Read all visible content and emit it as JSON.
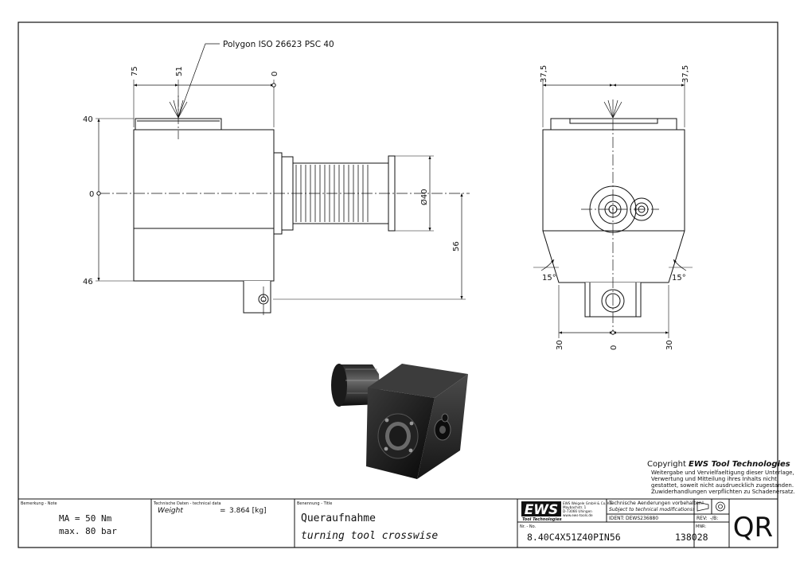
{
  "drawing": {
    "polygon_label": "Polygon ISO 26623 PSC 40",
    "front_dims": {
      "d75": "75",
      "d51": "51",
      "d0": "0",
      "d40": "40",
      "dzero_left": "0",
      "d46": "46",
      "dia40": "Ø40",
      "d56": "56"
    },
    "side_dims": {
      "top_left": "37,5",
      "top_right": "37,5",
      "angle_left": "15°",
      "angle_right": "15°",
      "bottom_left": "30",
      "bottom_mid": "0",
      "bottom_right": "30"
    }
  },
  "copyright": {
    "title_prefix": "Copyright ",
    "title_brand": "EWS Tool Technologies",
    "line1": "Weitergabe und Vervielfaeltigung dieser Unterlage,",
    "line2": "Verwertung und Mitteilung ihres Inhalts nicht",
    "line3": "gestattet, soweit nicht ausdruecklich zugestanden.",
    "line4": "Zuwiderhandlungen verpflichten zu Schadenersatz."
  },
  "titleblock": {
    "note_header": "Bemerkung - Note",
    "note_line1": "MA = 50 Nm",
    "note_line2": "max. 80 bar",
    "tech_header": "Technische Daten - technical data",
    "weight_label": "Weight",
    "weight_eq": "=",
    "weight_value": "3.864 [kg]",
    "title_header": "Benennung - Title",
    "title_de": "Queraufnahme",
    "title_en": "turning tool crosswise",
    "logo_text": "EWS",
    "logo_sub": "Tool Technologies",
    "company_line1": "EWS Weigele GmbH & Co. KG",
    "company_line2": "Maybachstr. 1",
    "company_line3": "D-73066 Uhingen",
    "company_line4": "www.ews-tools.de",
    "change_de": "Technische Aenderungen vorbehalten!",
    "change_en": "Subject to technical modifications!",
    "ident_label": "IDENT:",
    "ident_value": "DEWS236880",
    "rev_label": "REV:",
    "rev_value": "-/B:",
    "nr_header": "Nr. - No.",
    "part_number": "8.40C4X51Z40PIN56",
    "mnr_header": "MNR:",
    "mnr_value": "138028",
    "qr_text": "QR"
  }
}
